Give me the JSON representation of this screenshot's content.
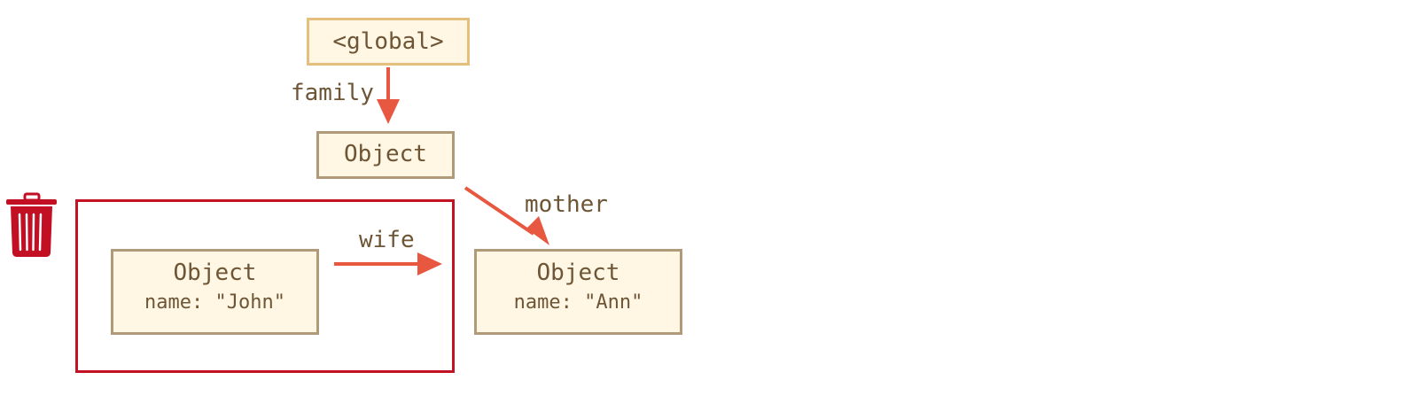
{
  "nodes": {
    "global": {
      "title": "<global>"
    },
    "family_object": {
      "title": "Object"
    },
    "john_object": {
      "title": "Object",
      "field": "name: \"John\""
    },
    "ann_object": {
      "title": "Object",
      "field": "name: \"Ann\""
    }
  },
  "edges": {
    "family": "family",
    "wife": "wife",
    "mother": "mother"
  },
  "unreachable_group": {
    "icon": "trash-icon"
  },
  "colors": {
    "arrow": "#e8573f",
    "group_border": "#c31224",
    "trash": "#c20f23",
    "node_fill": "#fff7e4",
    "node_border": "#b19a7a",
    "global_border": "#e4bf7d",
    "text": "#6d5535"
  }
}
